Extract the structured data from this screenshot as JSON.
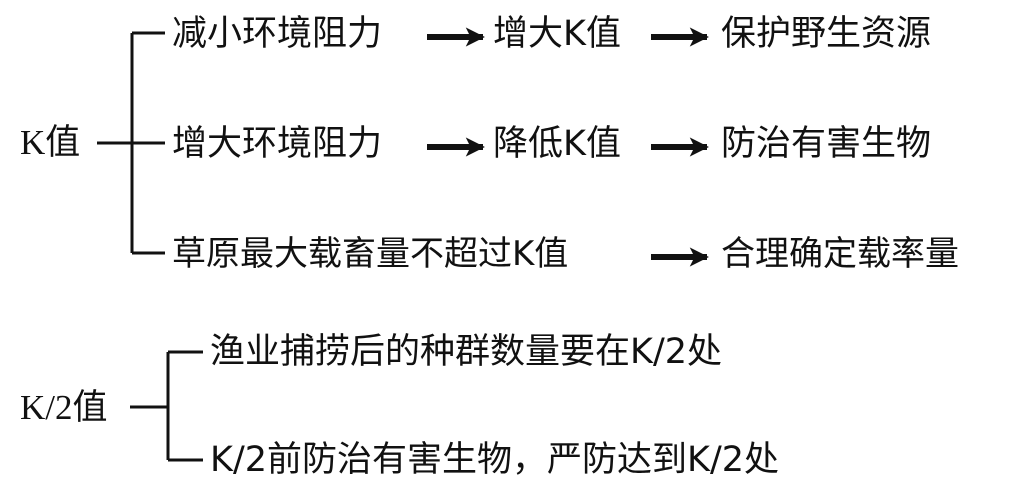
{
  "k_section": {
    "root_label": "K值",
    "branches": [
      {
        "steps": [
          "减小环境阻力",
          "增大K值",
          "保护野生资源"
        ]
      },
      {
        "steps": [
          "增大环境阻力",
          "降低K值",
          "防治有害生物"
        ]
      },
      {
        "steps": [
          "草原最大载畜量不超过K值",
          "合理确定载率量"
        ]
      }
    ]
  },
  "k2_section": {
    "root_label": "K/2值",
    "branches": [
      {
        "text": "渔业捕捞后的种群数量要在K/2处"
      },
      {
        "text": "K/2前防治有害生物，严防达到K/2处"
      }
    ]
  }
}
